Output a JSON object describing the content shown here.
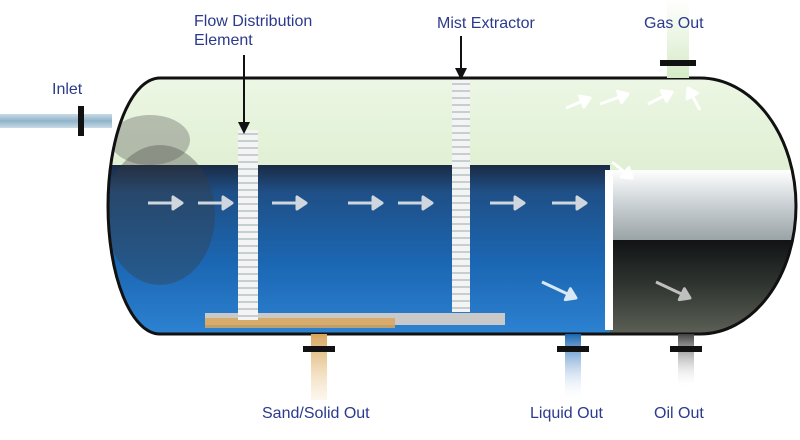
{
  "labels": {
    "flow_distribution": [
      "Flow Distribution",
      "Element"
    ],
    "mist_extractor": "Mist Extractor",
    "gas_out": "Gas Out",
    "inlet": "Inlet",
    "sand_out": "Sand/Solid Out",
    "liquid_out": "Liquid Out",
    "oil_out": "Oil Out"
  },
  "colors": {
    "label_text": "#2b3a8c",
    "gas": "#d9ecc9",
    "water": "#1b67b3",
    "oil": "#3a3f3a",
    "sand": "#d8a65c",
    "vessel_outline": "#111111"
  }
}
